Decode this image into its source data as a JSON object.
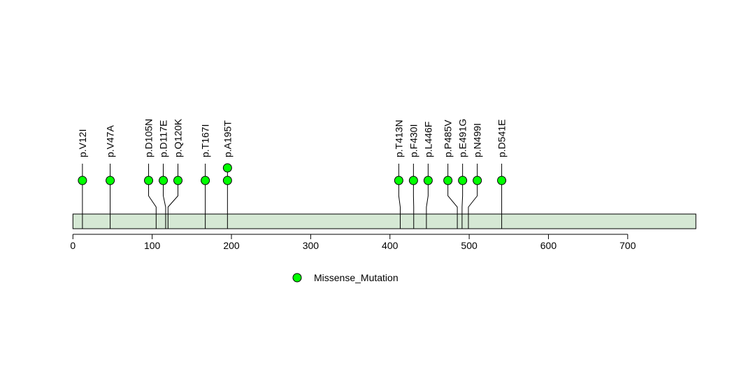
{
  "chart_data": {
    "type": "lollipop",
    "title": "",
    "xlabel": "",
    "ylabel": "",
    "xlim": [
      0,
      786
    ],
    "protein_length": 786,
    "x_ticks": [
      0,
      100,
      200,
      300,
      400,
      500,
      600,
      700
    ],
    "x_tick_labels": [
      "0",
      "100",
      "200",
      "300",
      "400",
      "500",
      "600",
      "700"
    ],
    "mutations": [
      {
        "label": "p.V12I",
        "position": 12,
        "count": 1
      },
      {
        "label": "p.V47A",
        "position": 47,
        "count": 1
      },
      {
        "label": "p.D105N",
        "position": 105,
        "count": 1
      },
      {
        "label": "p.D117E",
        "position": 117,
        "count": 1
      },
      {
        "label": "p.Q120K",
        "position": 120,
        "count": 1
      },
      {
        "label": "p.T167I",
        "position": 167,
        "count": 1
      },
      {
        "label": "p.A195T",
        "position": 195,
        "count": 2
      },
      {
        "label": "p.T413N",
        "position": 413,
        "count": 1
      },
      {
        "label": "p.F430I",
        "position": 430,
        "count": 1
      },
      {
        "label": "p.L446F",
        "position": 446,
        "count": 1
      },
      {
        "label": "p.P485V",
        "position": 485,
        "count": 1
      },
      {
        "label": "p.E491G",
        "position": 491,
        "count": 1
      },
      {
        "label": "p.N499I",
        "position": 499,
        "count": 1
      },
      {
        "label": "p.D541E",
        "position": 541,
        "count": 1
      }
    ],
    "legend": [
      {
        "label": "Missense_Mutation",
        "color": "#00ff00"
      }
    ],
    "legend_position": "bottom-center",
    "colors": {
      "protein_bar": "#d5e8d4",
      "mutation": "#00ff00"
    }
  }
}
